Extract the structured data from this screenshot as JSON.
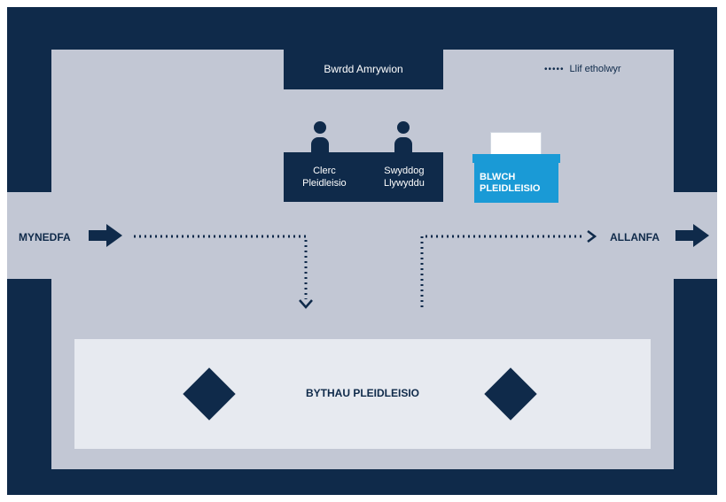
{
  "title_bar": {
    "label": "Bwrdd Amrywion"
  },
  "legend": {
    "symbol": "•••••",
    "label": "Llif etholwyr"
  },
  "desk": {
    "staff": [
      {
        "line1": "Clerc",
        "line2": "Pleidleisio"
      },
      {
        "line1": "Swyddog",
        "line2": "Llywyddu"
      }
    ]
  },
  "ballot_box": {
    "line1": "BLWCH",
    "line2": "PLEIDLEISIO"
  },
  "entrance": {
    "label": "MYNEDFA"
  },
  "exit": {
    "label": "ALLANFA"
  },
  "booths": {
    "label": "BYTHAU PLEIDLEISIO"
  },
  "colors": {
    "navy": "#0f2a4a",
    "floor": "#c2c7d4",
    "booths": "#e7eaf0",
    "ballot_box": "#1a9ad6"
  }
}
